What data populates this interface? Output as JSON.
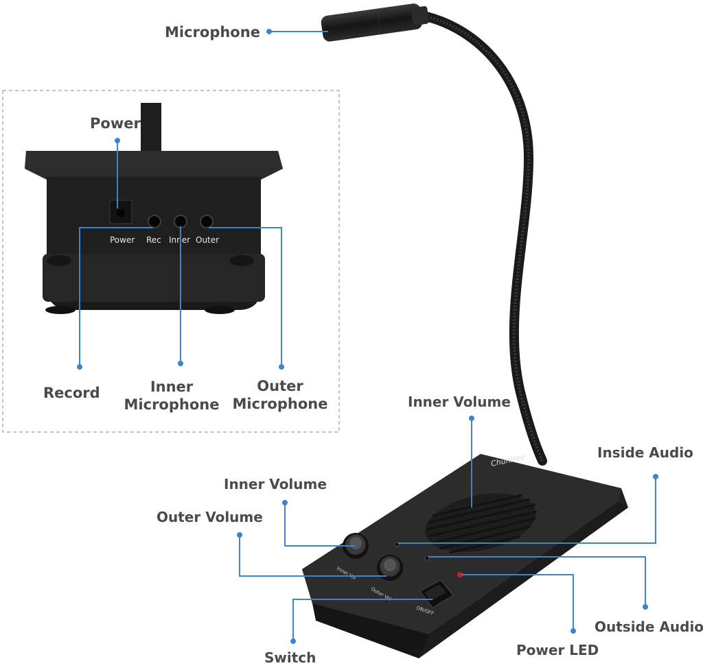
{
  "callouts": {
    "microphone": "Microphone",
    "power": "Power",
    "record": "Record",
    "inner_microphone": "Inner Microphone",
    "outer_microphone": "Outer Microphone",
    "inner_volume_top": "Inner Volume",
    "inside_audio": "Inside Audio",
    "inner_volume": "Inner Volume",
    "outer_volume": "Outer Volume",
    "outside_audio": "Outside Audio",
    "switch": "Switch",
    "power_led": "Power LED"
  },
  "back_panel_ports": {
    "power": "Power",
    "rec": "Rec",
    "inner": "Inner",
    "outer": "Outer"
  },
  "device": {
    "brand": "ChunHee",
    "knob_inner_label": "Inner Vol",
    "knob_outer_label": "Outer Vol",
    "switch_label": "ON/OFF"
  },
  "colors": {
    "callout_line": "#3d85c6",
    "label_text": "#4a4a4a",
    "device_body": "#222222",
    "led_red": "#d01c1c"
  }
}
